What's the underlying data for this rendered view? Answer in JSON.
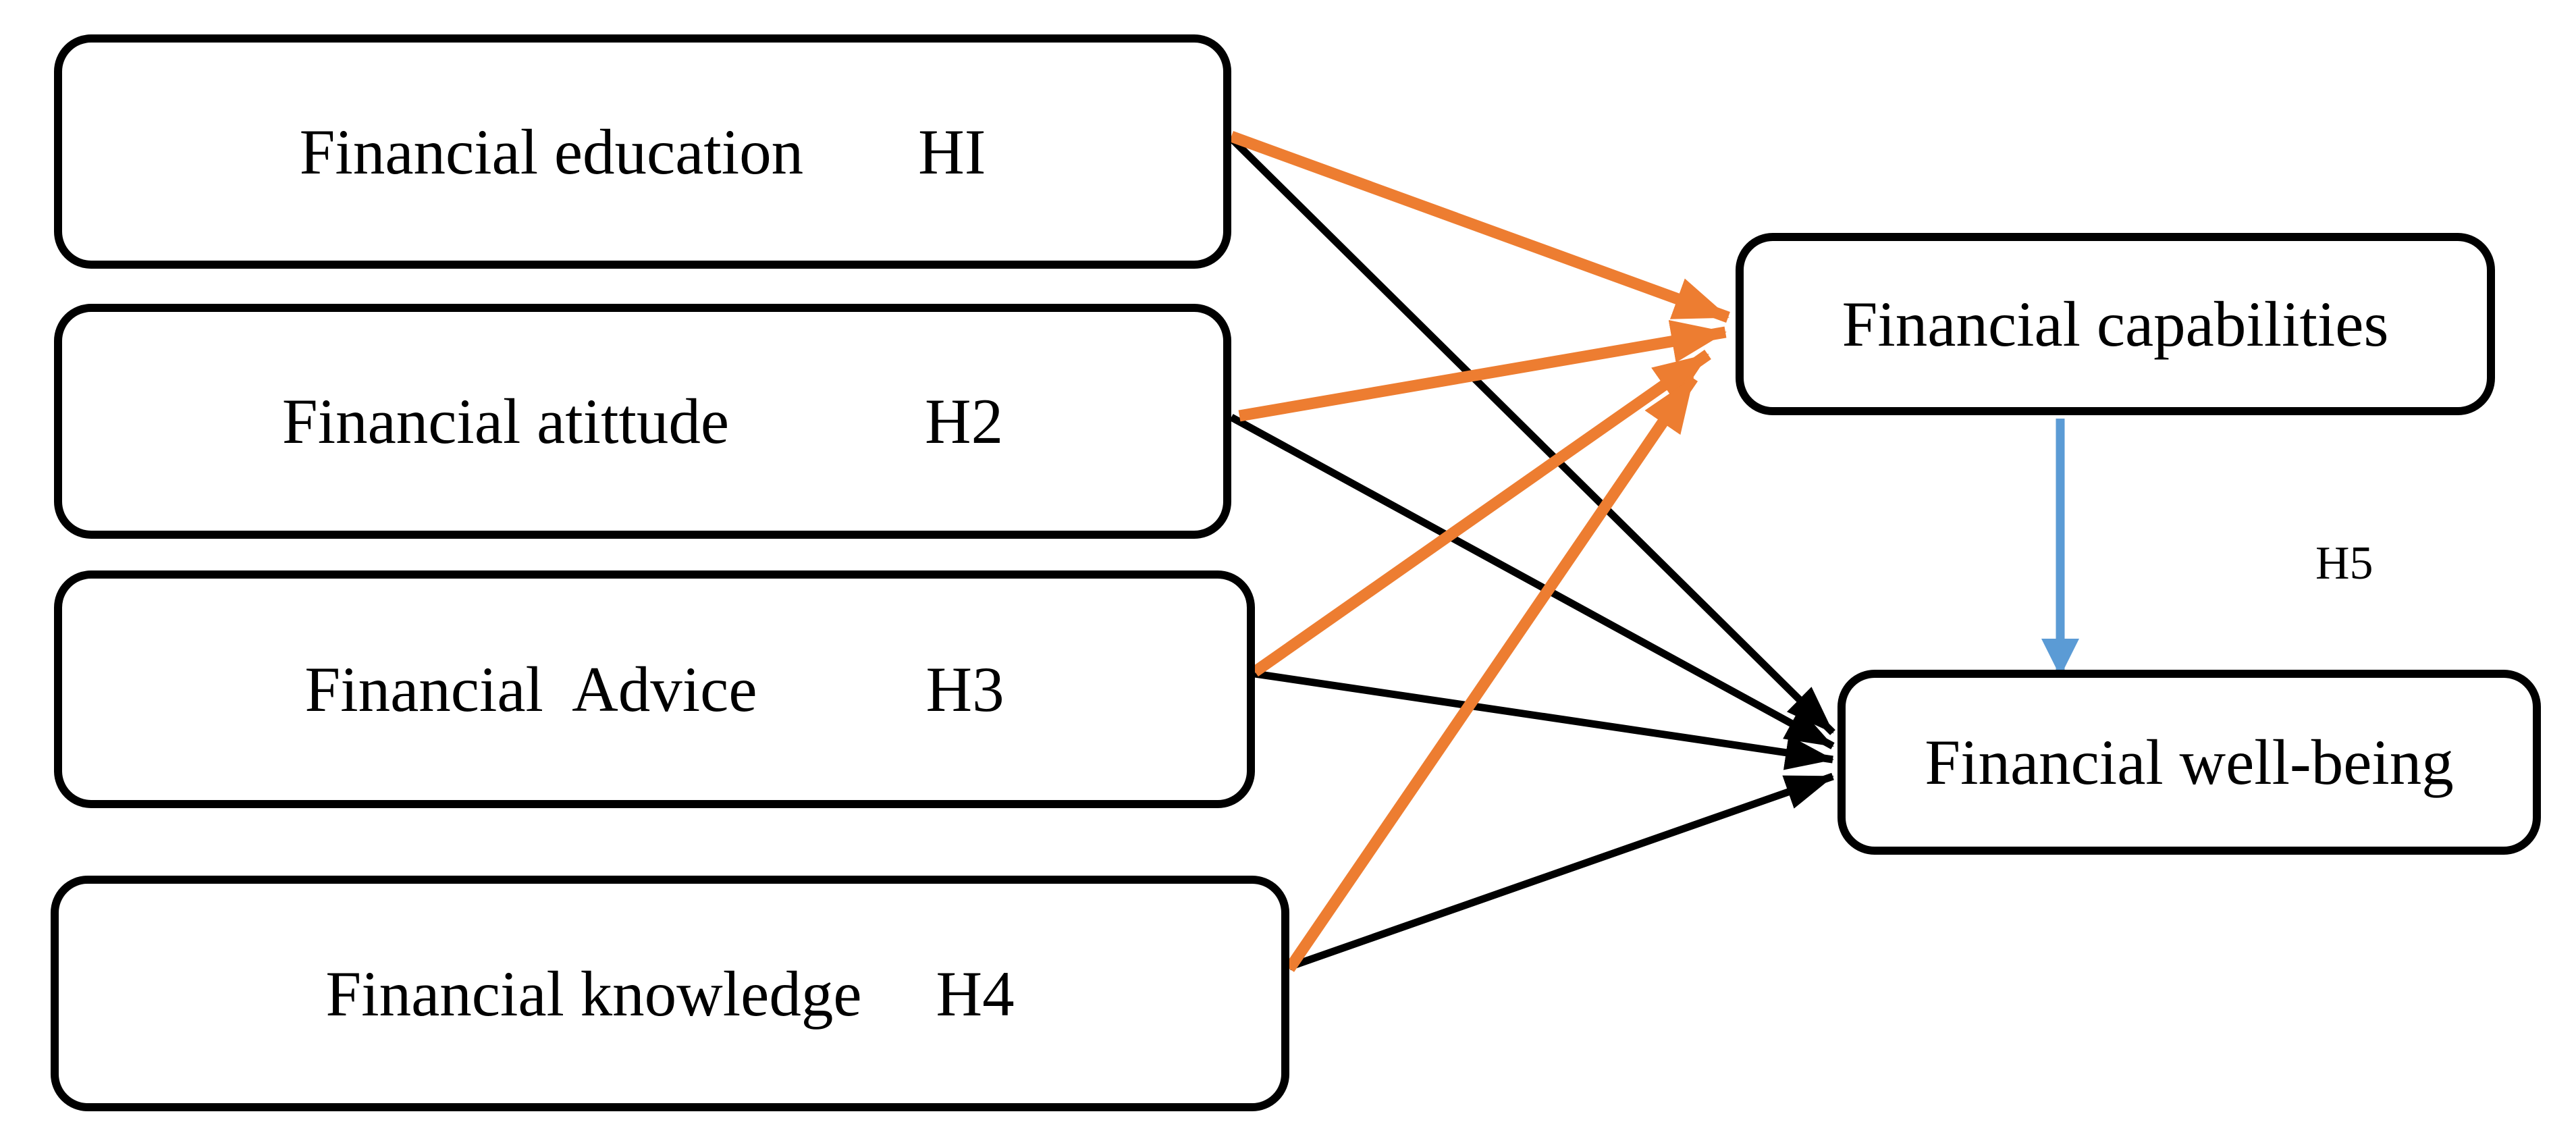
{
  "diagram": {
    "boxes": {
      "education": {
        "label": "Financial education",
        "code": "HI"
      },
      "attitude": {
        "label": "Financial atittude",
        "code": "H2"
      },
      "advice": {
        "label": "Financial  Advice",
        "code": "H3"
      },
      "knowledge": {
        "label": "Financial knowledge",
        "code": "H4"
      },
      "capabilities": {
        "label": "Financial capabilities"
      },
      "wellbeing": {
        "label": "Financial well-being"
      }
    },
    "annotations": {
      "h5": "H5"
    },
    "edges": [
      {
        "from": "education",
        "to": "capabilities",
        "color": "orange"
      },
      {
        "from": "attitude",
        "to": "capabilities",
        "color": "orange"
      },
      {
        "from": "advice",
        "to": "capabilities",
        "color": "orange"
      },
      {
        "from": "knowledge",
        "to": "capabilities",
        "color": "orange"
      },
      {
        "from": "education",
        "to": "wellbeing",
        "color": "black"
      },
      {
        "from": "attitude",
        "to": "wellbeing",
        "color": "black"
      },
      {
        "from": "advice",
        "to": "wellbeing",
        "color": "black"
      },
      {
        "from": "knowledge",
        "to": "wellbeing",
        "color": "black"
      },
      {
        "from": "capabilities",
        "to": "wellbeing",
        "color": "blue"
      }
    ],
    "colors": {
      "arrow_orange": "#ED7D31",
      "arrow_blue": "#5B9BD5",
      "arrow_black": "#000000",
      "box_border": "#000000",
      "background": "#FFFFFF"
    }
  }
}
